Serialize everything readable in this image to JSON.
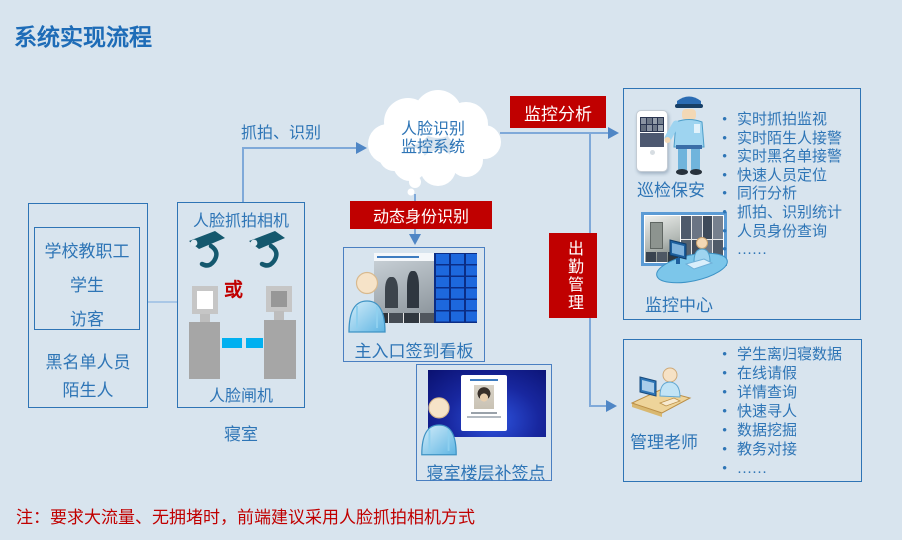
{
  "title": "系统实现流程",
  "note": "注：要求大流量、无拥堵时，前端建议采用人脸抓拍相机方式",
  "colors": {
    "background": "#d8e4ee",
    "accent_blue": "#2e75b6",
    "banner_red": "#c00000",
    "gate_bar_cyan": "#00b0f0",
    "connector_blue": "#7fa9d9"
  },
  "sources_box": {
    "inner_group": [
      "学校教职工",
      "学生",
      "访客"
    ],
    "outer_group": [
      "黑名单人员",
      "陌生人"
    ]
  },
  "capture_box": {
    "camera_label": "人脸抓拍相机",
    "or_label": "或",
    "gate_label": "人脸闸机",
    "caption": "寝室"
  },
  "edges": {
    "capture_recognize": "抓拍、识别"
  },
  "cloud": {
    "line1": "人脸识别",
    "line2": "监控系统"
  },
  "banners": {
    "monitor_analysis": "监控分析",
    "dynamic_identity": "动态身份识别",
    "attendance": "出勤管理"
  },
  "signin_board": {
    "label": "主入口签到看板"
  },
  "resign_point": {
    "label": "寝室楼层补签点"
  },
  "security_box": {
    "role_label": "巡检保安",
    "center_label": "监控中心",
    "features": [
      "实时抓拍监视",
      "实时陌生人接警",
      "实时黑名单接警",
      "快速人员定位",
      "同行分析",
      "抓拍、识别统计",
      "人员身份查询",
      "……"
    ]
  },
  "teacher_box": {
    "role_label": "管理老师",
    "features": [
      "学生离归寝数据",
      "在线请假",
      "详情查询",
      "快速寻人",
      "数据挖掘",
      "教务对接",
      "……"
    ]
  }
}
